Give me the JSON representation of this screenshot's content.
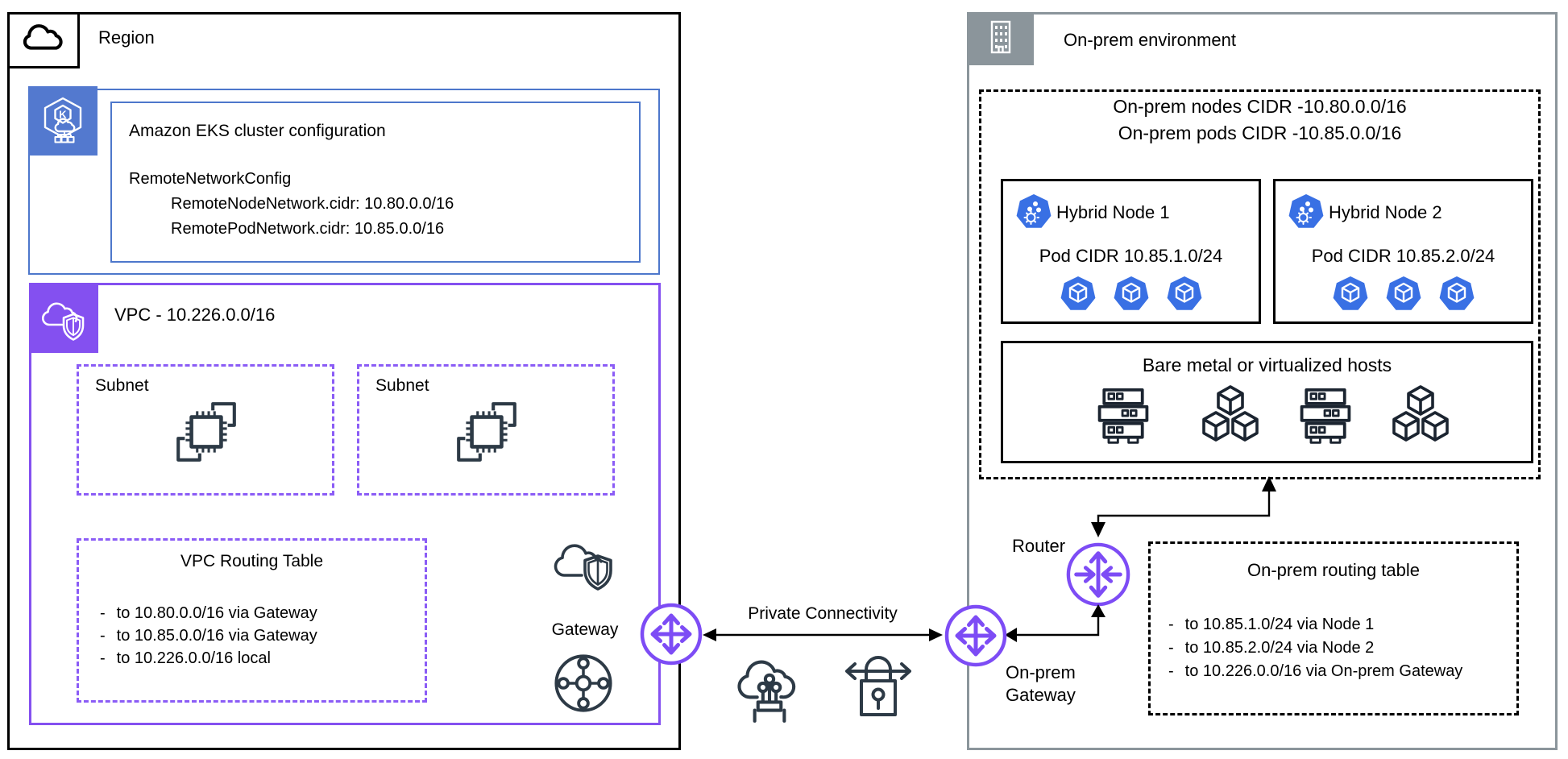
{
  "misc": {
    "dash": "-"
  },
  "colors": {
    "aws_purple": "#8450F0",
    "dashed_purple": "#8B5CF6",
    "eks_blue": "#5379CF",
    "blue_border": "#4D77CB",
    "kubernetes_blue": "#3970E4",
    "onprem_gray": "#8B959B",
    "icon_dark": "#2D3A46",
    "line_black": "#000000"
  },
  "region": {
    "title": "Region",
    "eks": {
      "title": "Amazon EKS cluster configuration",
      "config_lines": [
        "RemoteNetworkConfig",
        "RemoteNodeNetwork.cidr: 10.80.0.0/16",
        "RemotePodNetwork.cidr: 10.85.0.0/16"
      ]
    },
    "vpc": {
      "title": "VPC - 10.226.0.0/16",
      "subnets": [
        {
          "label": "Subnet"
        },
        {
          "label": "Subnet"
        }
      ],
      "routing_table": {
        "title": "VPC Routing Table",
        "routes": [
          "to 10.80.0.0/16 via Gateway",
          "to 10.85.0.0/16 via Gateway",
          "to 10.226.0.0/16 local"
        ]
      },
      "gateway_label": "Gateway"
    }
  },
  "connectivity": {
    "label": "Private Connectivity"
  },
  "onprem": {
    "title": "On-prem environment",
    "cidr_lines": [
      "On-prem nodes CIDR -10.80.0.0/16",
      "On-prem pods CIDR -10.85.0.0/16"
    ],
    "nodes": [
      {
        "title": "Hybrid Node 1",
        "pod_cidr": "Pod CIDR 10.85.1.0/24"
      },
      {
        "title": "Hybrid Node 2",
        "pod_cidr": "Pod CIDR 10.85.2.0/24"
      }
    ],
    "hosts": {
      "title": "Bare metal or virtualized hosts"
    },
    "router_label": "Router",
    "gateway_label_line1": "On-prem",
    "gateway_label_line2": "Gateway",
    "routing_table": {
      "title": "On-prem routing table",
      "routes": [
        "to 10.85.1.0/24 via Node 1",
        "to 10.85.2.0/24 via Node 2",
        "to 10.226.0.0/16 via On-prem Gateway"
      ]
    }
  }
}
